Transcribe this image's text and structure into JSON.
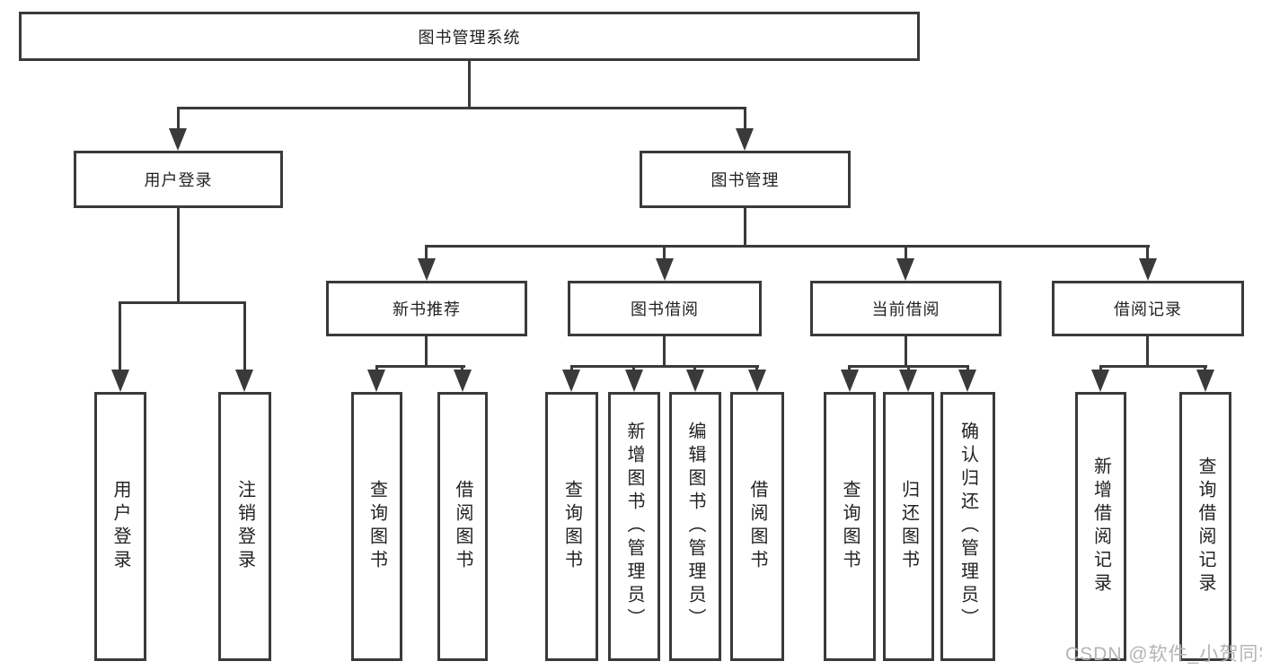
{
  "colors": {
    "line": "#3a3a3a",
    "text": "#222222",
    "background": "#ffffff",
    "watermark": "#b4b4b4"
  },
  "watermark": {
    "text": "CSDN @软件_小贺同学"
  },
  "diagram": {
    "type": "hierarchy-tree",
    "root": {
      "label": "图书管理系统"
    },
    "level2": [
      {
        "label": "用户登录"
      },
      {
        "label": "图书管理"
      }
    ],
    "level3": [
      {
        "label": "新书推荐"
      },
      {
        "label": "图书借阅"
      },
      {
        "label": "当前借阅"
      },
      {
        "label": "借阅记录"
      }
    ],
    "leaf_groups": [
      {
        "parent": "用户登录",
        "items": [
          {
            "label": "用户登录"
          },
          {
            "label": "注销登录"
          }
        ]
      },
      {
        "parent": "新书推荐",
        "items": [
          {
            "label": "查询图书"
          },
          {
            "label": "借阅图书"
          }
        ]
      },
      {
        "parent": "图书借阅",
        "items": [
          {
            "label": "查询图书"
          },
          {
            "label": "新增图书（管理员）"
          },
          {
            "label": "编辑图书（管理员）"
          },
          {
            "label": "借阅图书"
          }
        ]
      },
      {
        "parent": "当前借阅",
        "items": [
          {
            "label": "查询图书"
          },
          {
            "label": "归还图书"
          },
          {
            "label": "确认归还（管理员）"
          }
        ]
      },
      {
        "parent": "借阅记录",
        "items": [
          {
            "label": "新增借阅记录"
          },
          {
            "label": "查询借阅记录"
          }
        ]
      }
    ]
  }
}
